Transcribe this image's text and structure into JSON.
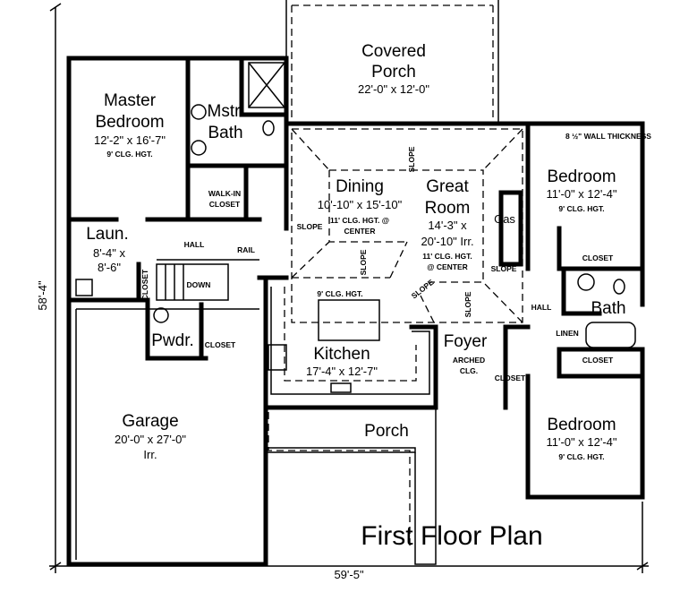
{
  "plan": {
    "title": "First Floor Plan",
    "overall_depth": "58'-4\"",
    "overall_width": "59'-5\"",
    "wall_note": "8 ½\" WALL THICKNESS",
    "rooms": {
      "covered_porch": {
        "name": "Covered",
        "name2": "Porch",
        "size": "22'-0\" x 12'-0\""
      },
      "master_bedroom": {
        "name": "Master",
        "name2": "Bedroom",
        "size": "12'-2\" x 16'-7\"",
        "ceiling": "9' CLG. HGT."
      },
      "master_bath": {
        "name": "Mstr",
        "name2": "Bath"
      },
      "walk_in_closet": {
        "name": "WALK-IN",
        "name2": "CLOSET"
      },
      "dining": {
        "name": "Dining",
        "size": "10'-10\" x 15'-10\"",
        "ceiling": "11' CLG. HGT. @",
        "ceiling2": "CENTER"
      },
      "great_room": {
        "name": "Great",
        "name2": "Room",
        "size": "14'-3\" x",
        "size2": "20'-10\" Irr.",
        "ceiling": "11' CLG. HGT.",
        "ceiling2": "@ CENTER",
        "fireplace": "Gas"
      },
      "bedroom_1": {
        "name": "Bedroom",
        "size": "11'-0\" x 12'-4\"",
        "ceiling": "9' CLG. HGT.",
        "closet": "CLOSET"
      },
      "laundry": {
        "name": "Laun.",
        "size": "8'-4\" x",
        "size2": "8'-6\"",
        "closet": "CLOSET"
      },
      "hall": "HALL",
      "rail": "RAIL",
      "stairs": "DOWN",
      "powder": {
        "name": "Pwdr.",
        "closet": "CLOSET"
      },
      "kitchen": {
        "name": "Kitchen",
        "size": "17'-4\" x 12'-7\"",
        "ceiling": "9' CLG. HGT."
      },
      "foyer": {
        "name": "Foyer",
        "note": "ARCHED",
        "note2": "CLG.",
        "closet": "CLOSET"
      },
      "hall_right": "HALL",
      "bath": {
        "name": "Bath",
        "linen": "LINEN"
      },
      "bedroom_2": {
        "name": "Bedroom",
        "size": "11'-0\" x 12'-4\"",
        "ceiling": "9' CLG. HGT.",
        "closet": "CLOSET"
      },
      "garage": {
        "name": "Garage",
        "size": "20'-0\" x 27'-0\"",
        "note": "Irr."
      },
      "porch": {
        "name": "Porch"
      }
    },
    "slope_label": "SLOPE"
  }
}
